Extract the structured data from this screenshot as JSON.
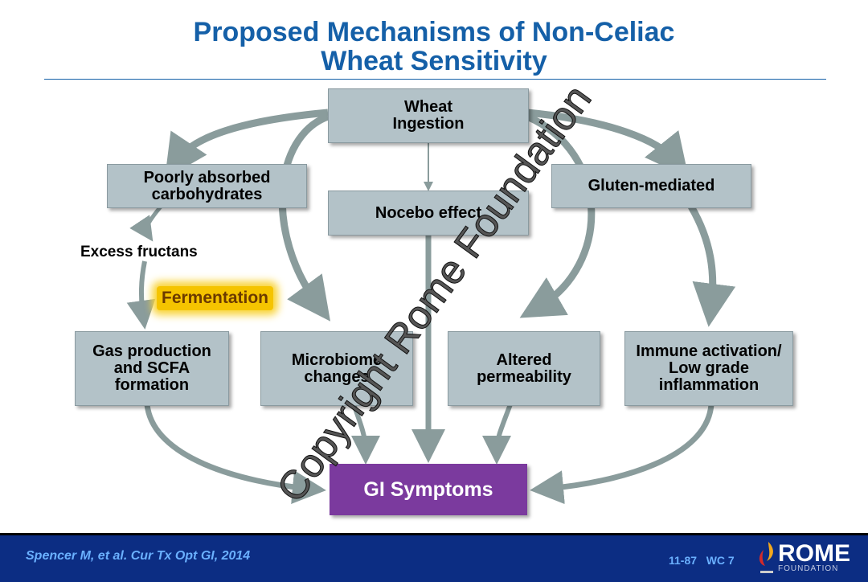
{
  "title": {
    "line1": "Proposed Mechanisms of Non-Celiac",
    "line2": "Wheat Sensitivity"
  },
  "nodes": {
    "wheat": "Wheat Ingestion",
    "carbs": "Poorly absorbed carbohydrates",
    "nocebo": "Nocebo effect",
    "gluten": "Gluten-mediated",
    "fructans": "Excess fructans",
    "fermentation": "Fermentation",
    "gas": "Gas production and SCFA formation",
    "microbiome": "Microbiome changes",
    "permeability": "Altered permeability",
    "immune": "Immune activation/ Low grade inflammation",
    "gi": "GI Symptoms"
  },
  "watermark": "Copyright Rome Foundation",
  "footer": {
    "citation": "Spencer M, et al. Cur Tx Opt GI, 2014",
    "code": "11-87   WC 7",
    "logo": "ROME",
    "logo_sub": "FOUNDATION"
  },
  "colors": {
    "title": "#1560a8",
    "box": "#b3c2c8",
    "gi": "#7b3a9e",
    "footer": "#0c2d83"
  }
}
